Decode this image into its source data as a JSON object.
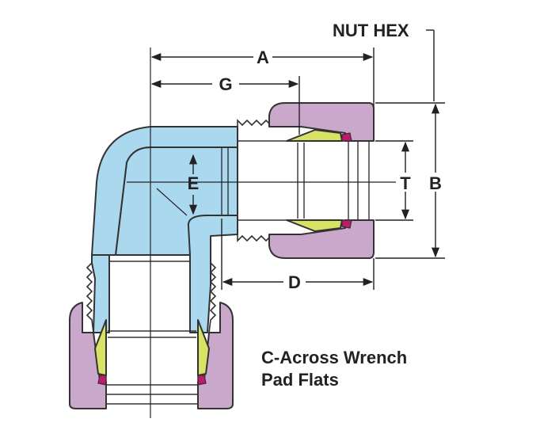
{
  "labels": {
    "nut_hex": "NUT HEX",
    "a": "A",
    "g": "G",
    "e": "E",
    "t": "T",
    "b": "B",
    "d": "D"
  },
  "caption": {
    "line1": "C-Across Wrench",
    "line2": "Pad Flats"
  },
  "colors": {
    "body": "#a9d8ef",
    "nut": "#c9a8cc",
    "ferrule": "#d8e264",
    "ring": "#c4176e",
    "outline": "#333333"
  }
}
